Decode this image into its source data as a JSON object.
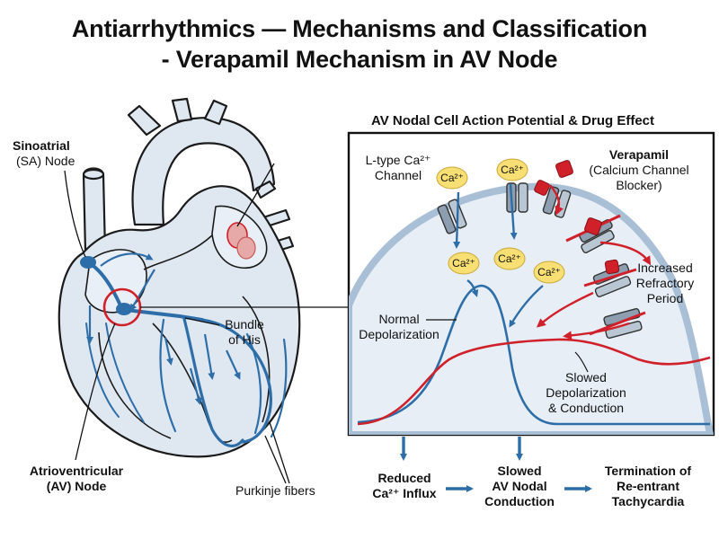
{
  "title": {
    "line1": "Antiarrhythmics — Mechanisms and Classification",
    "line2": "- Verapamil Mechanism in AV Node"
  },
  "panel": {
    "title": "AV Nodal Cell Action Potential & Drug Effect"
  },
  "heart_labels": {
    "sa_line1": "Sinoatrial",
    "sa_line2": "(SA) Node",
    "bundle_line1": "Bundle",
    "bundle_line2": "of His",
    "av_line1": "Atrioventricular",
    "av_line2": "(AV) Node",
    "purkinje": "Purkinje fibers"
  },
  "panel_labels": {
    "ltype_line1": "L-type Ca²⁺",
    "ltype_line2": "Channel",
    "verapamil_line1": "Verapamil",
    "verapamil_line2": "(Calcium Channel",
    "verapamil_line3": "Blocker)",
    "refractory_line1": "Increased",
    "refractory_line2": "Refractory",
    "refractory_line3": "Period",
    "normal_line1": "Normal",
    "normal_line2": "Depolarization",
    "slowed_line1": "Slowed",
    "slowed_line2": "Depolarization",
    "slowed_line3": "& Conduction",
    "ion": "Ca²⁺"
  },
  "outcomes": {
    "o1_line1": "Reduced",
    "o1_line2": "Ca²⁺ Influx",
    "o2_line1": "Slowed",
    "o2_line2": "AV Nodal",
    "o2_line3": "Conduction",
    "o3_line1": "Termination of",
    "o3_line2": "Re-entrant",
    "o3_line3": "Tachycardia"
  },
  "colors": {
    "conduction_blue": "#2e6ea8",
    "heart_fill": "#dfe8f1",
    "verapamil_red": "#d0202a",
    "ion_yellow": "#f7df73",
    "panel_fill": "#e7eef6"
  }
}
